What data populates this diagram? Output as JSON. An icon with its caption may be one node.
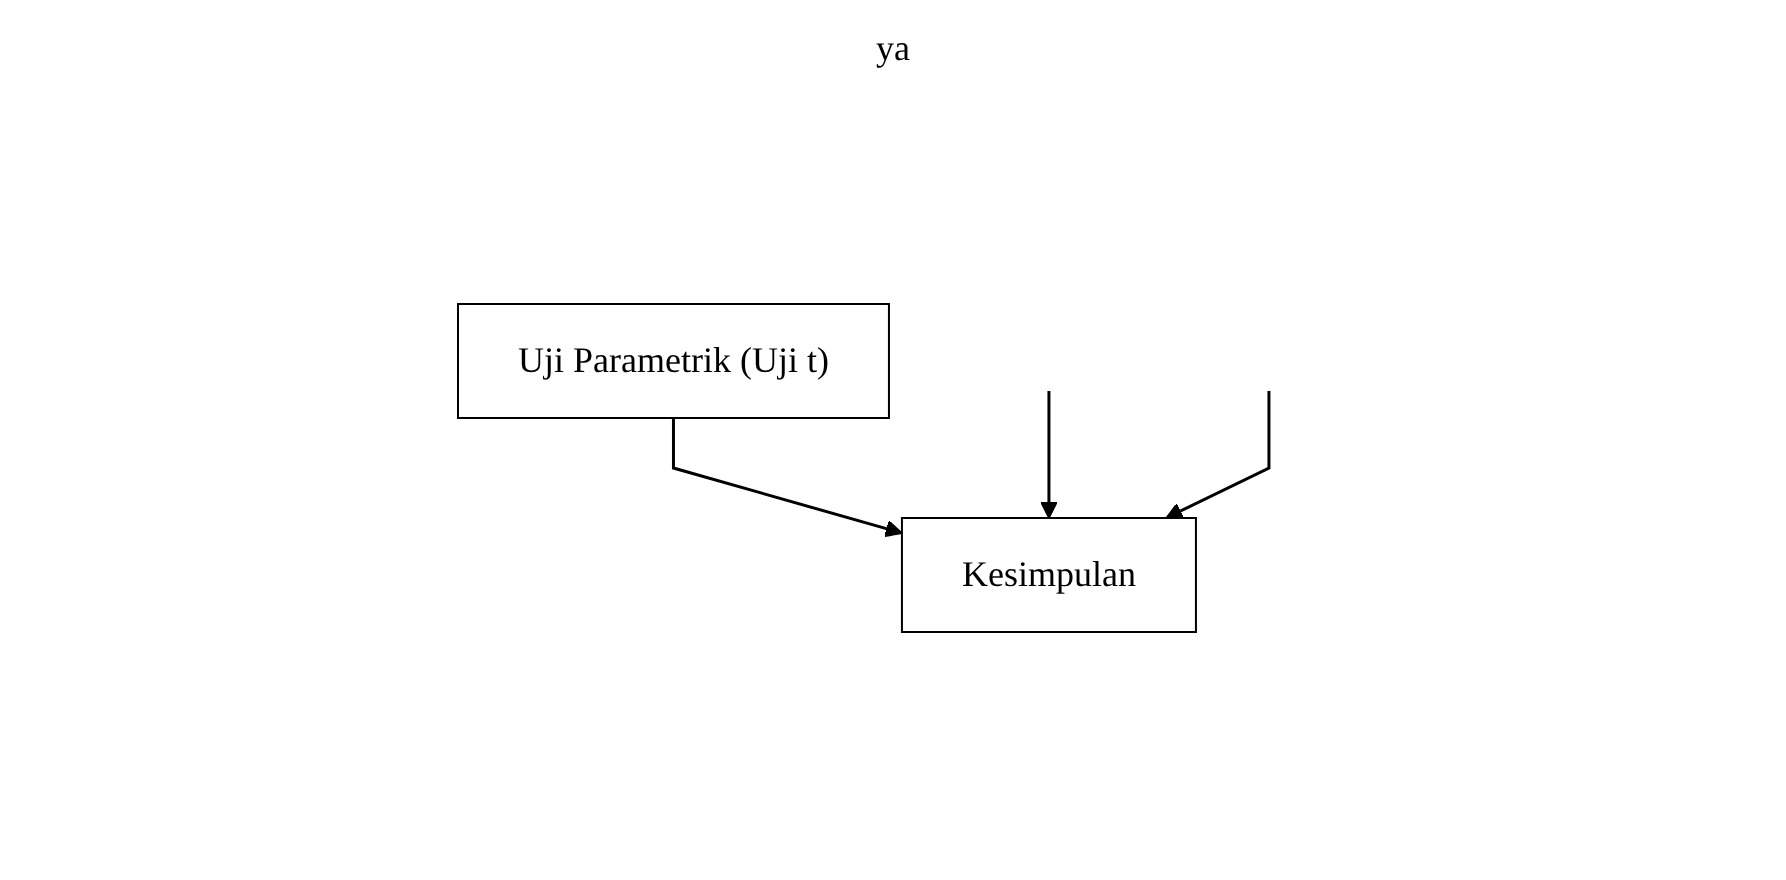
{
  "diagram": {
    "nodes": [
      {
        "text": [
          "Uji Parametrik (Uji t)"
        ]
      },
      {
        "text": [
          "Kesimpulan"
        ]
      }
    ],
    "edges": [
      {
        "from": 0,
        "to": 1,
        "arrow": "to"
      },
      {
        "from": null,
        "to": 1,
        "arrow": "to"
      },
      {
        "from": null,
        "to": 1,
        "arrow": "to"
      }
    ],
    "labels": [
      "ya"
    ]
  }
}
